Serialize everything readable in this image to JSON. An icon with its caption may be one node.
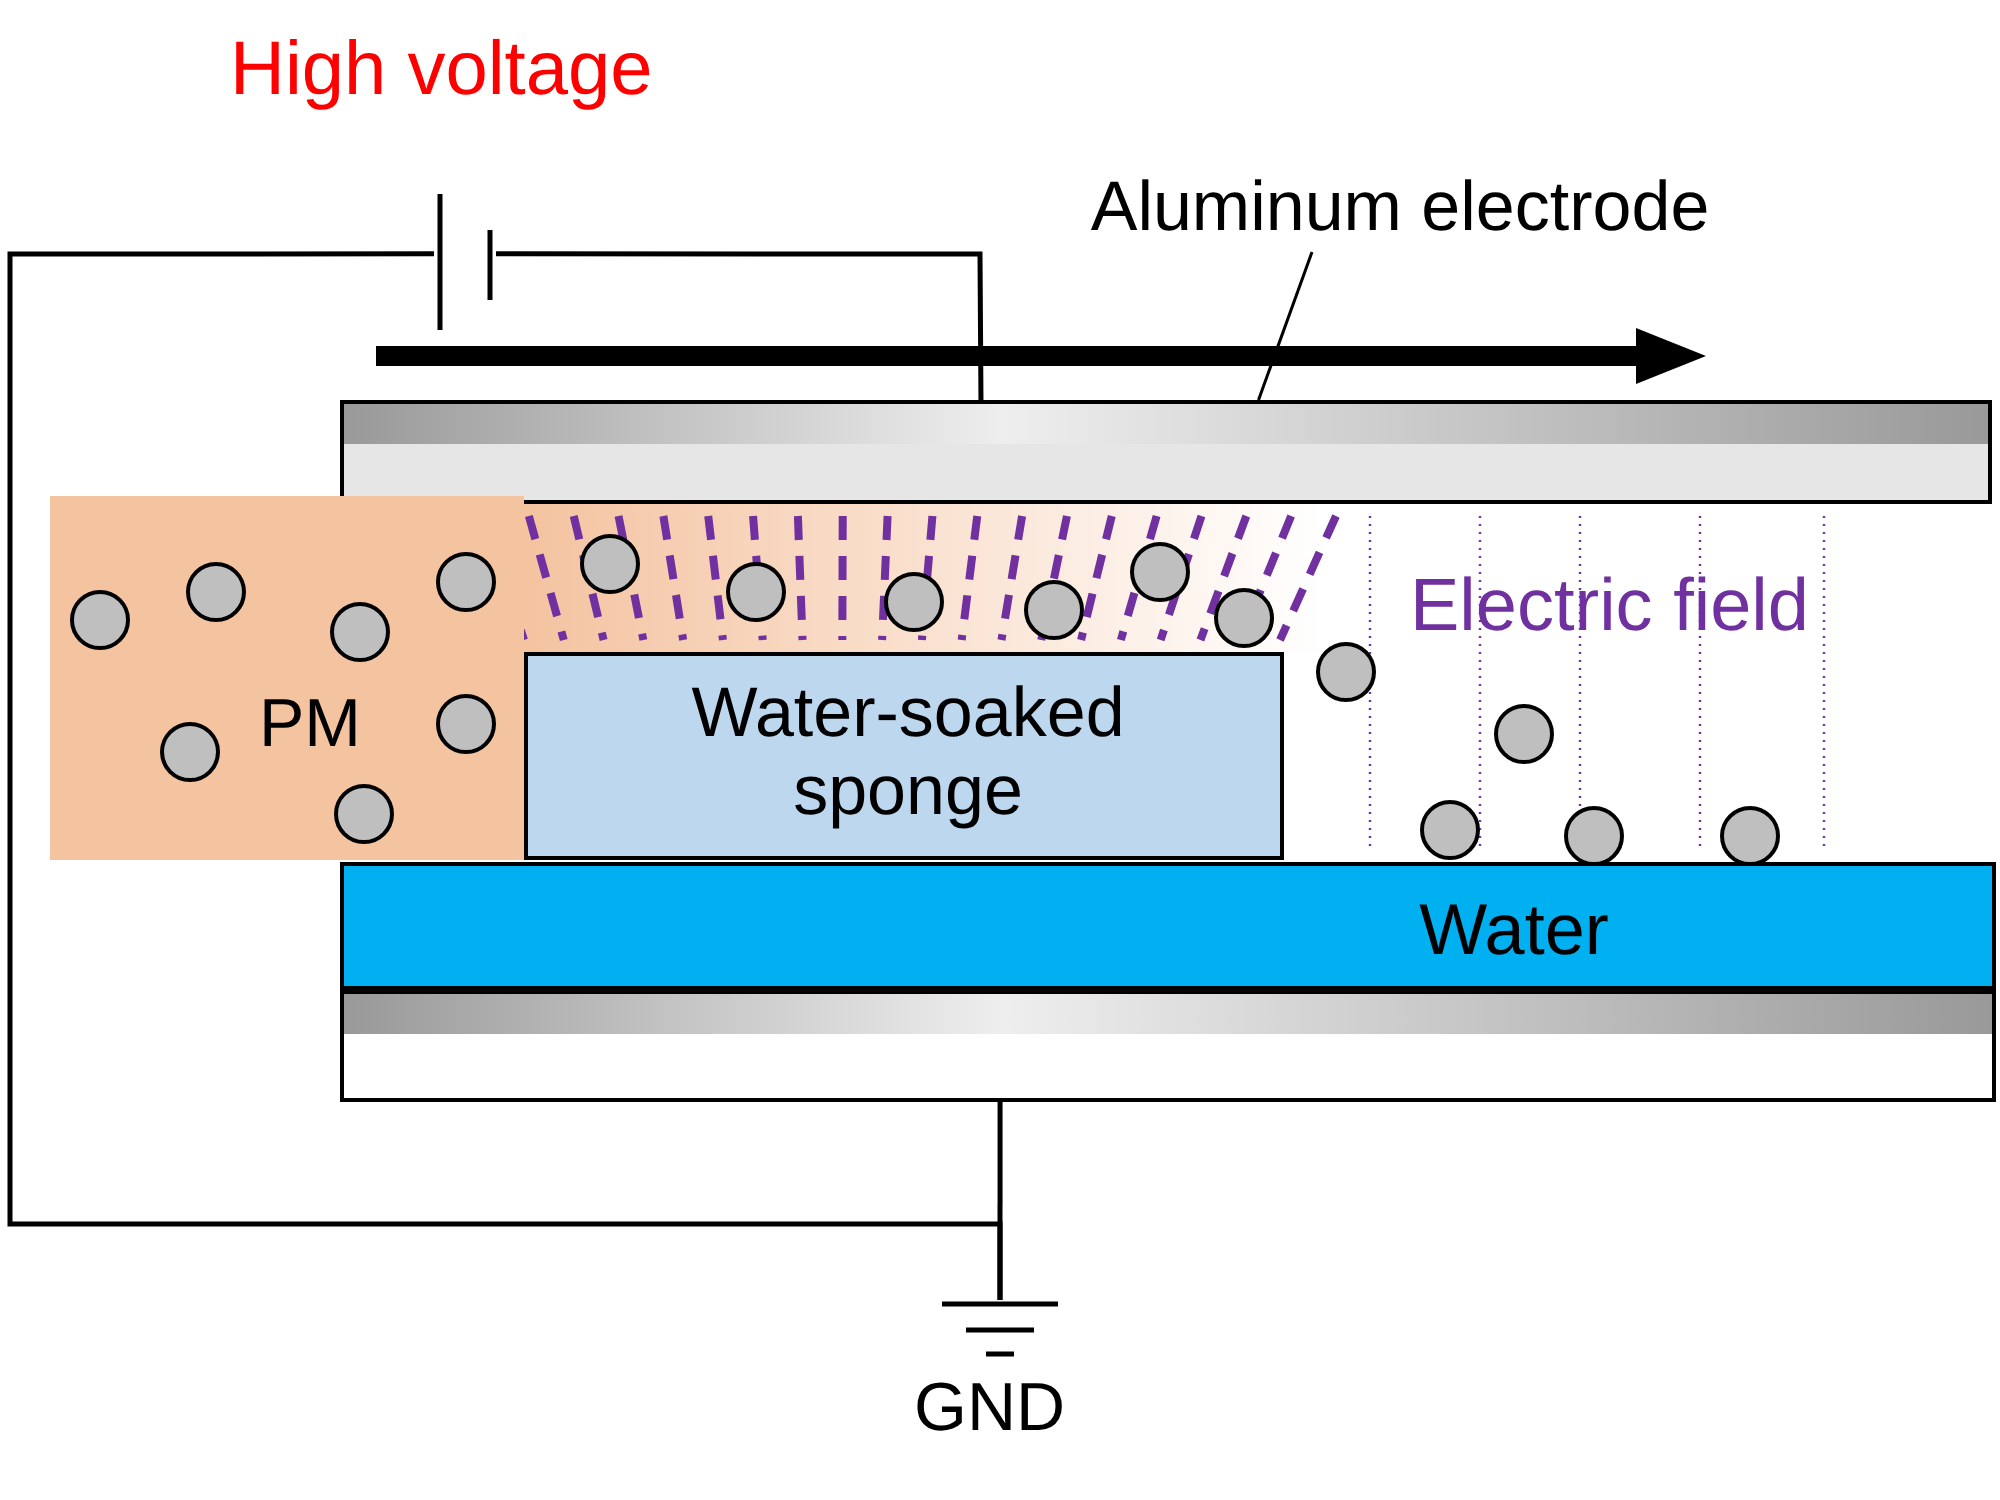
{
  "diagram": {
    "nodes": [
      {
        "text": [
          "Aluminum electrode"
        ]
      },
      {
        "text": [],
        "shape": "bar"
      },
      {
        "text": [
          "PM"
        ]
      },
      {
        "text": [
          "Water-soaked sponge"
        ]
      },
      {
        "text": [
          "Water"
        ]
      },
      {
        "text": [],
        "shape": "battery",
        "beside": [
          "High voltage"
        ]
      },
      {
        "text": [],
        "shape": "bar"
      },
      {
        "text": [],
        "shape": "ground",
        "beside": [
          "GND"
        ]
      }
    ],
    "edges": [
      {
        "from": 0,
        "to": 1,
        "arrow": "none"
      },
      {
        "from": 5,
        "to": 1,
        "arrow": "none"
      },
      {
        "from": 5,
        "to": 7,
        "arrow": "none"
      },
      {
        "from": 6,
        "to": 7,
        "arrow": "none"
      }
    ],
    "labels": [
      "Electric field"
    ]
  }
}
